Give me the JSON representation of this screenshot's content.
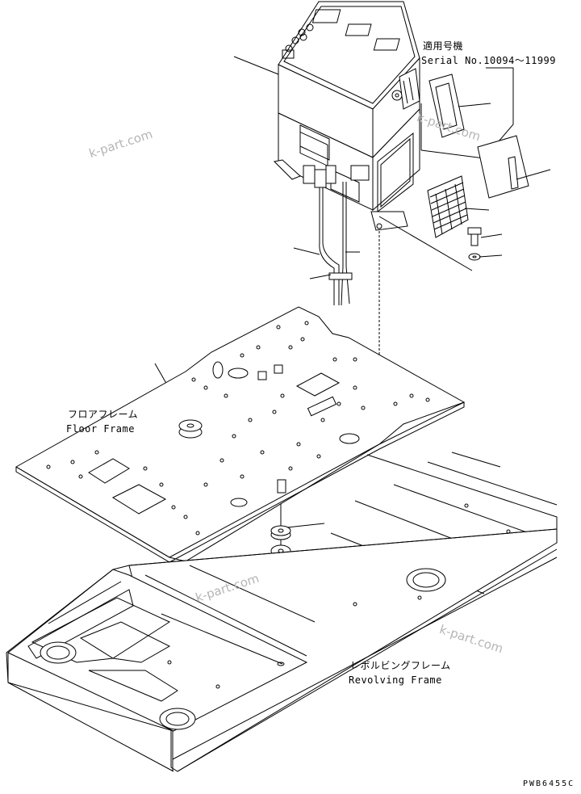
{
  "serial_label": {
    "jp": "適用号機",
    "en": "Serial No.10094〜11999"
  },
  "floor_frame_label": {
    "jp": "フロアフレーム",
    "en": "Floor Frame"
  },
  "revolving_frame_label": {
    "jp": "レボルビングフレーム",
    "en": "Revolving Frame"
  },
  "drawing_code": "PWB6455C",
  "watermarks": [
    "k-part.com",
    "k-part.com",
    "k-part.com",
    "k-part.com"
  ]
}
